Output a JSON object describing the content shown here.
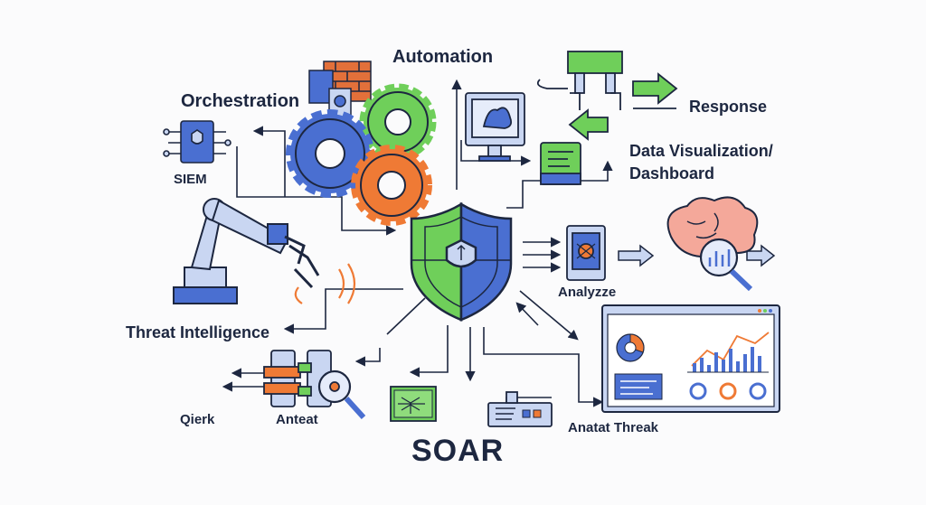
{
  "labels": {
    "automation": "Automation",
    "orchestration": "Orchestration",
    "siem": "SIEM",
    "response": "Response",
    "data_viz": "Data Visualization/",
    "dashboard": "Dashboard",
    "threat_intel": "Threat Intelligence",
    "analyzze": "Analyzze",
    "qierk": "Qierk",
    "anteat": "Anteat",
    "anatat_threak": "Anatat Threak",
    "soar": "SOAR"
  },
  "colors": {
    "outline": "#1d2740",
    "blue": "#4a6fd1",
    "green": "#6fcf5a",
    "orange": "#ef7a35",
    "brick": "#e2703a",
    "light_blue": "#c9d6f2",
    "pink": "#f4a89a"
  }
}
